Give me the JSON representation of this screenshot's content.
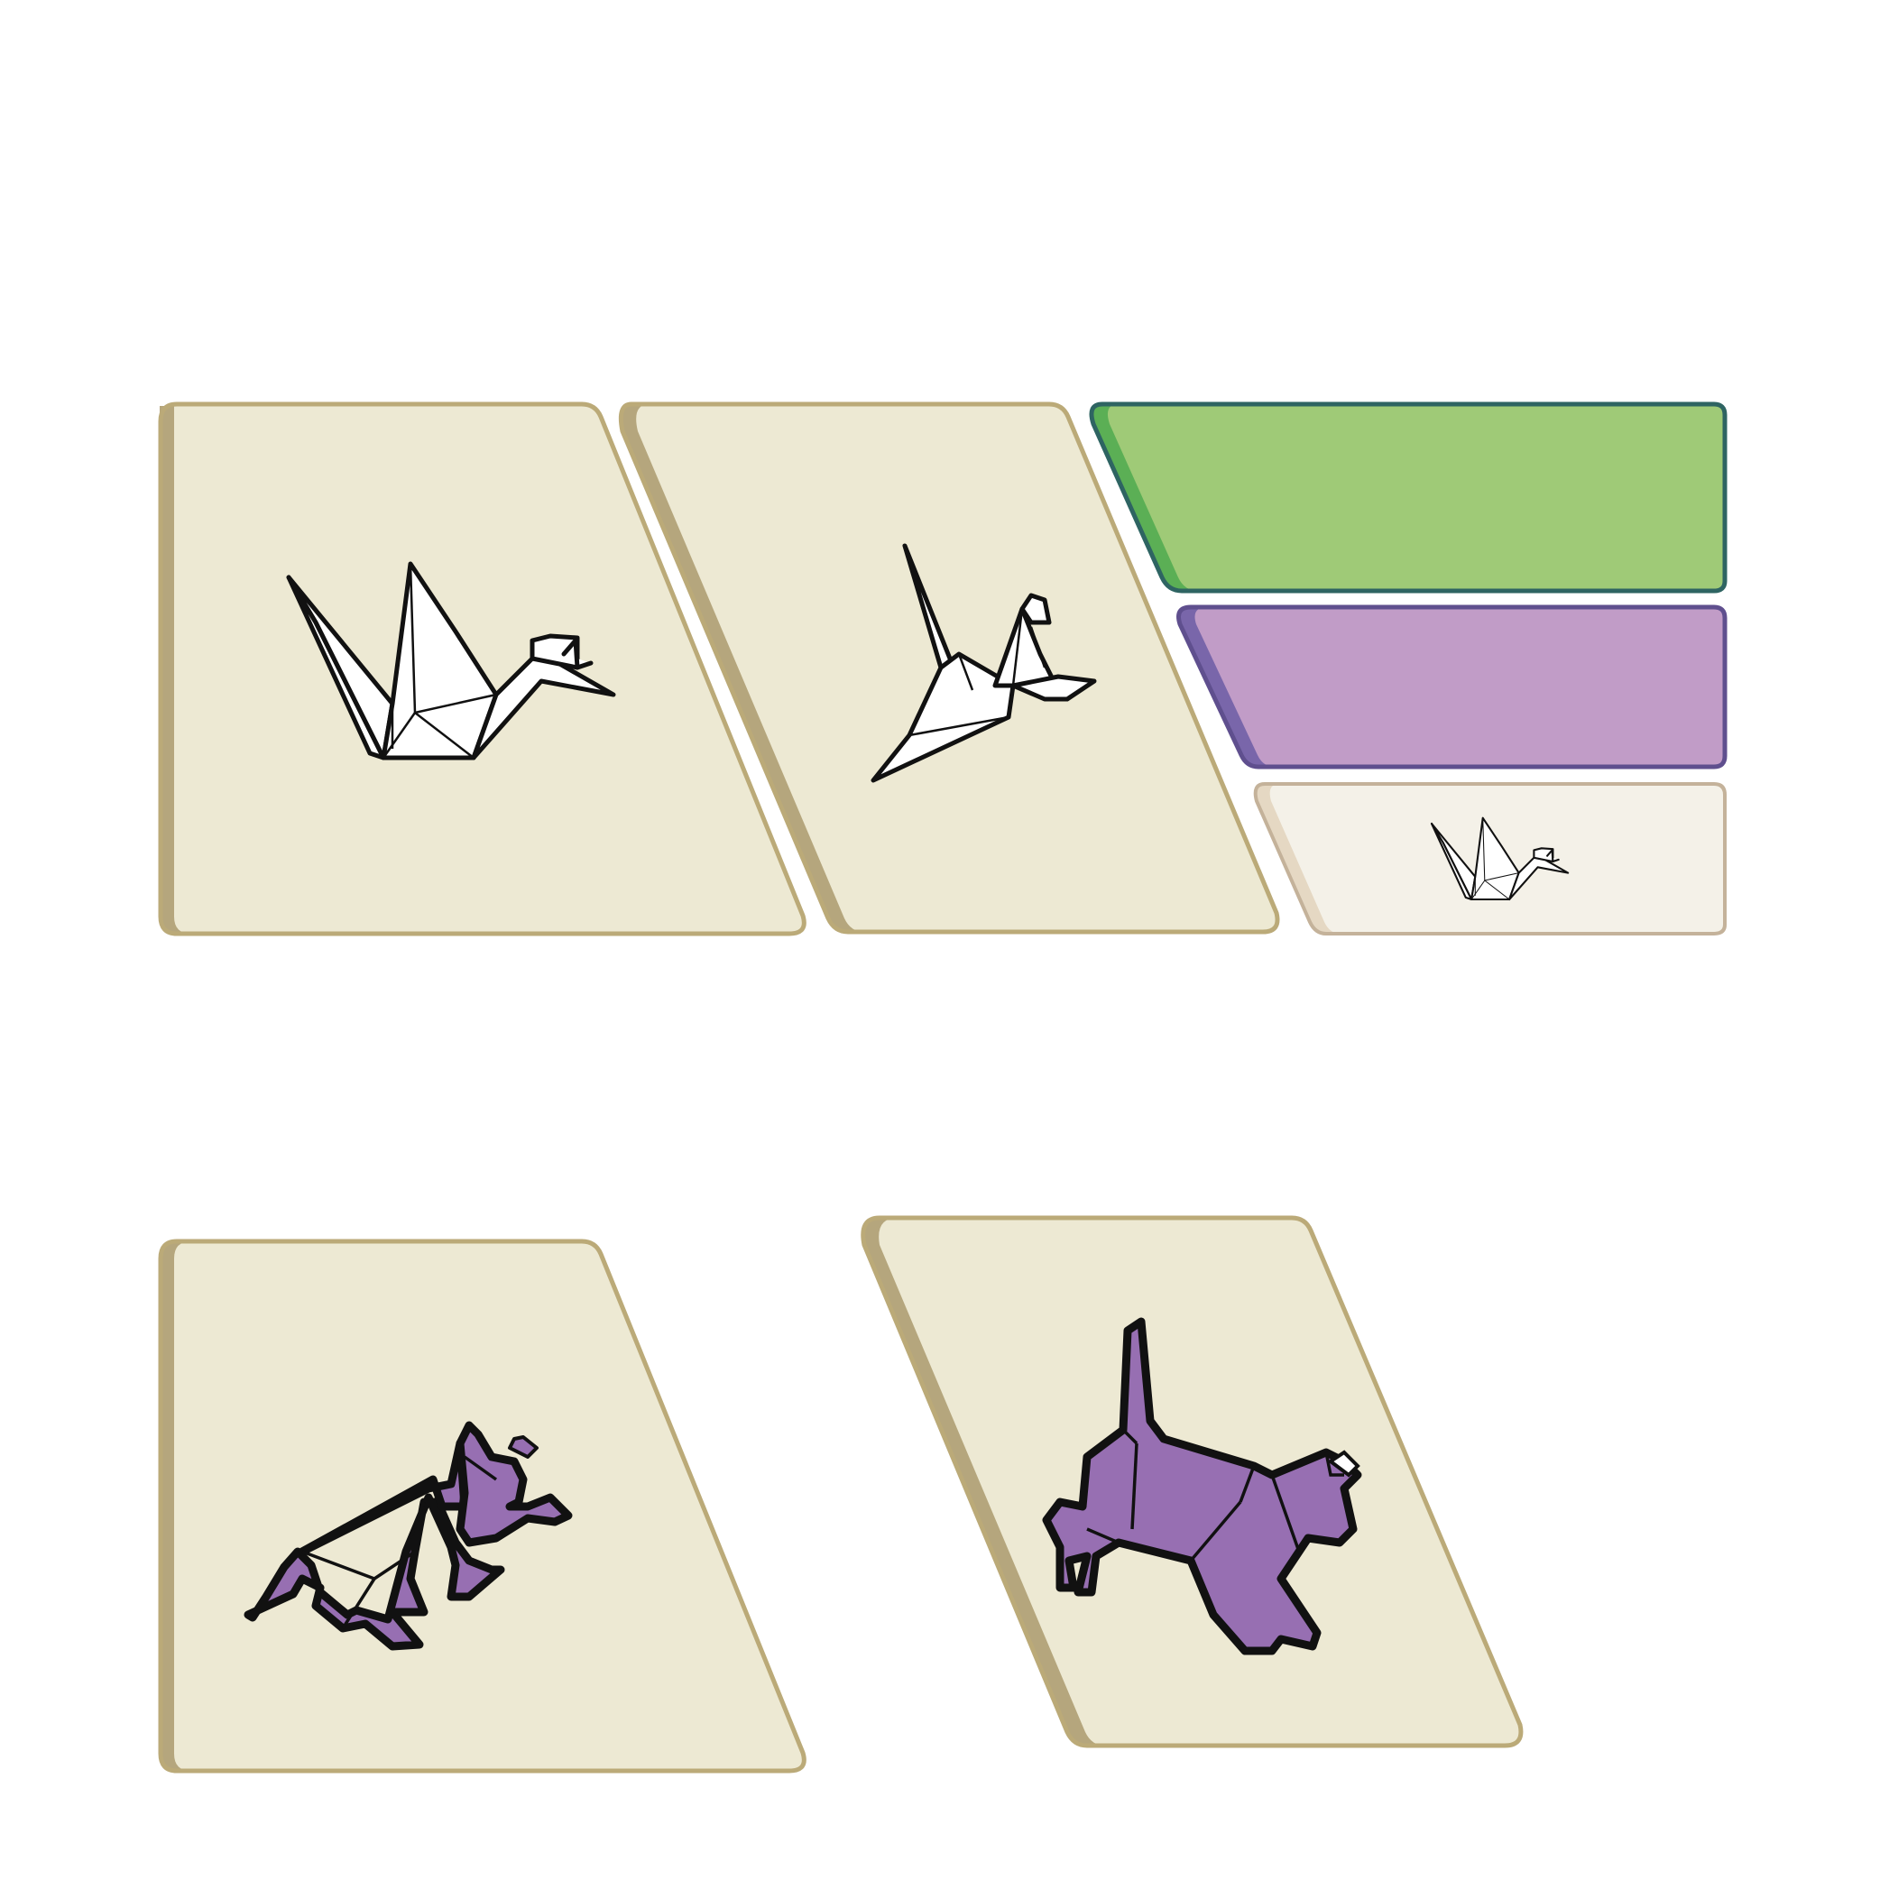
{
  "colors": {
    "card_fill": "#EDE9D3",
    "card_border": "#BBAA78",
    "card_shadow": "#B5A67D",
    "green_fill": "#9FCA77",
    "green_border": "#2E6462",
    "green_shadow": "#5BAF55",
    "purple_fill": "#C19CC7",
    "purple_border": "#5F4F8E",
    "purple_shadow": "#7966AA",
    "small_fill": "#F4F1E8",
    "small_border": "#C4B29A",
    "small_shadow": "#E5D8C3",
    "figure_purple": "#976FB2"
  },
  "cards": [
    {
      "id": "crane-card-1",
      "figure": "crane-icon",
      "facing": "right"
    },
    {
      "id": "crane-card-2",
      "figure": "crane-icon",
      "facing": "flying"
    },
    {
      "id": "cat-card-1",
      "figure": "cat-icon",
      "facing": "crouching"
    },
    {
      "id": "cat-card-2",
      "figure": "cat-icon",
      "facing": "stretching"
    }
  ],
  "option_tiles": [
    {
      "id": "green-tile",
      "color": "green"
    },
    {
      "id": "purple-tile",
      "color": "purple"
    },
    {
      "id": "crane-tile",
      "color": "cream",
      "figure": "crane-icon"
    }
  ]
}
